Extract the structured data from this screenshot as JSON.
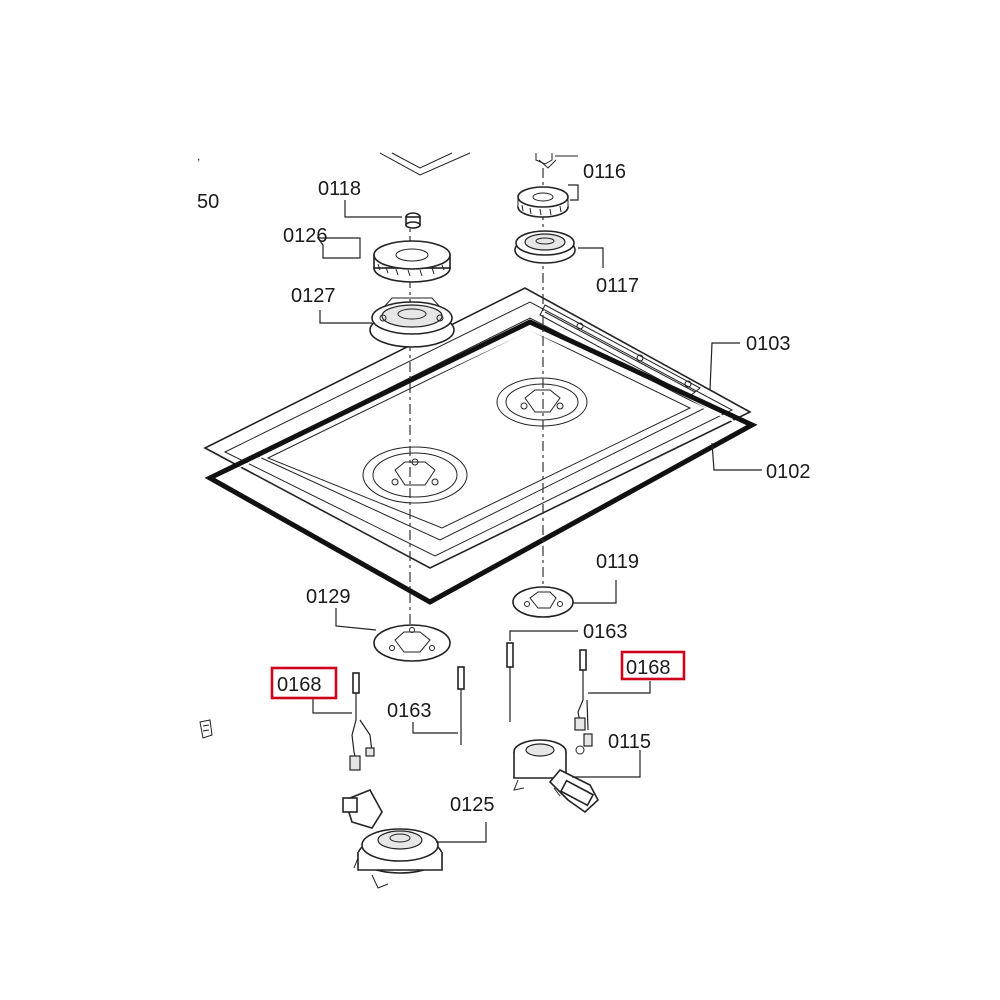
{
  "diagram": {
    "edge_fragment_left": "50",
    "labels": {
      "p0118": "0118",
      "p0126": "0126",
      "p0127": "0127",
      "p0116": "0116",
      "p0117": "0117",
      "p0103": "0103",
      "p0102": "0102",
      "p0119": "0119",
      "p0129": "0129",
      "p0163_right": "0163",
      "p0163_left": "0163",
      "p0168_left": "0168",
      "p0168_right": "0168",
      "p0115": "0115",
      "p0125": "0125"
    },
    "highlight_color": "#d0021b",
    "secondary_highlight_color": "#e06666"
  }
}
